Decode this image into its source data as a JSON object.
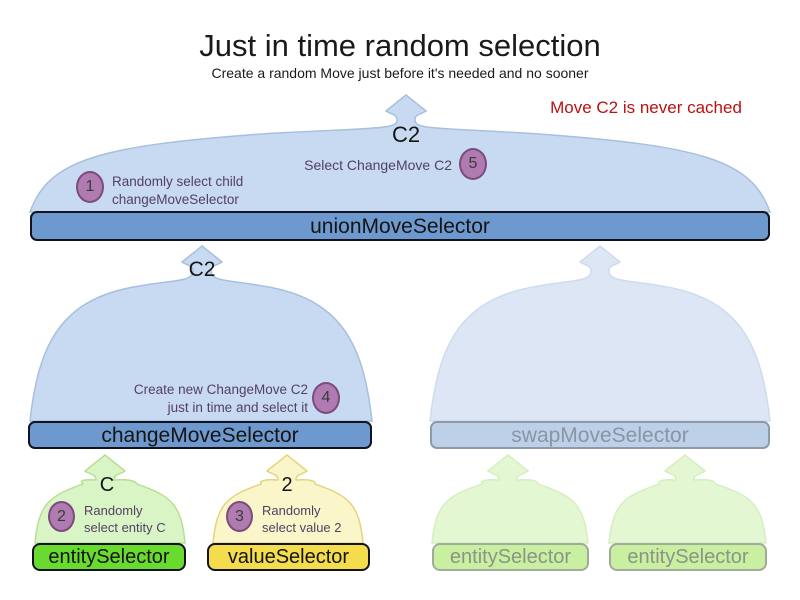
{
  "title": "Just in time random selection",
  "subtitle": "Create a random Move just before it's needed and no sooner",
  "note": "Move C2 is never cached",
  "funnels": {
    "union": {
      "result": "C2",
      "bar": "unionMoveSelector"
    },
    "change": {
      "result": "C2",
      "bar": "changeMoveSelector"
    },
    "swap": {
      "bar": "swapMoveSelector"
    },
    "entity": {
      "result": "C",
      "bar": "entitySelector"
    },
    "value": {
      "result": "2",
      "bar": "valueSelector"
    },
    "entityFaded1": {
      "bar": "entitySelector"
    },
    "entityFaded2": {
      "bar": "entitySelector"
    }
  },
  "steps": {
    "s1": {
      "num": "1",
      "line1": "Randomly select child",
      "line2": "changeMoveSelector"
    },
    "s2": {
      "num": "2",
      "line1": "Randomly",
      "line2": "select entity C"
    },
    "s3": {
      "num": "3",
      "line1": "Randomly",
      "line2": "select value 2"
    },
    "s4": {
      "num": "4",
      "line1": "Create new ChangeMove C2",
      "line2": "just in time and select it"
    },
    "s5": {
      "num": "5",
      "line1": "Select ChangeMove C2"
    }
  },
  "colors": {
    "note_red": "#bb1111",
    "funnel_blue": "#c8daf1",
    "funnel_blue_stroke": "#a7c0dd",
    "funnel_blue_faded": "#dde6f4",
    "funnel_blue_faded_stroke": "#cfdcee",
    "bar_blue": "#6e99cf",
    "bar_dark_border": "#121220",
    "bar_swap_bg": "#bdd0e9",
    "bar_swap_border": "#8f99a7",
    "bar_swap_text": "#8b95a1",
    "funnel_green": "#daf5c5",
    "funnel_green_stroke": "#b7e093",
    "bar_green": "#69da2e",
    "funnel_yellow": "#fbf5ca",
    "funnel_yellow_stroke": "#e5d47c",
    "bar_yellow": "#f3dd4c",
    "funnel_green_faded": "#e4f7d3",
    "funnel_green_faded_stroke": "#d6eec2",
    "bar_green_faded": "#c9efa1",
    "bar_green_faded_border": "#a0ab9e",
    "bar_green_faded_text": "#8b9488",
    "step_purple_bg": "#b07bb1",
    "step_purple_border": "#7c4b7d",
    "step_num": "#3a3a3a",
    "step_text": "#533f63"
  }
}
